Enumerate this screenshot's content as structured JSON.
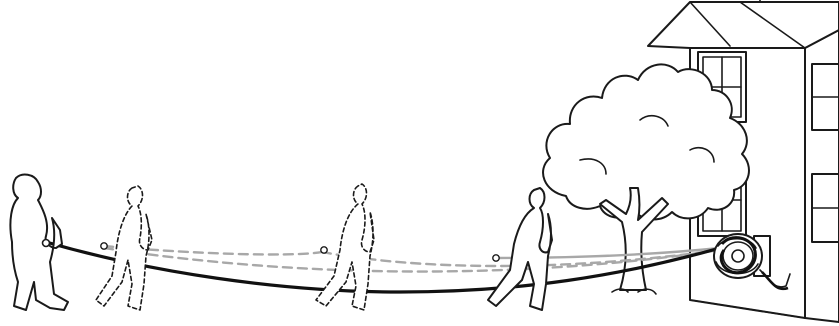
{
  "figure": {
    "caption": "",
    "elements": {
      "house": "house-illustration",
      "tree": "tree-illustration",
      "reel": "hose-reel-icon",
      "person_count": 4
    },
    "colors": {
      "line": "#1a1a1a",
      "hose_active": "#111111",
      "hose_ghost": "#a8a8a8",
      "background": "#ffffff"
    }
  }
}
